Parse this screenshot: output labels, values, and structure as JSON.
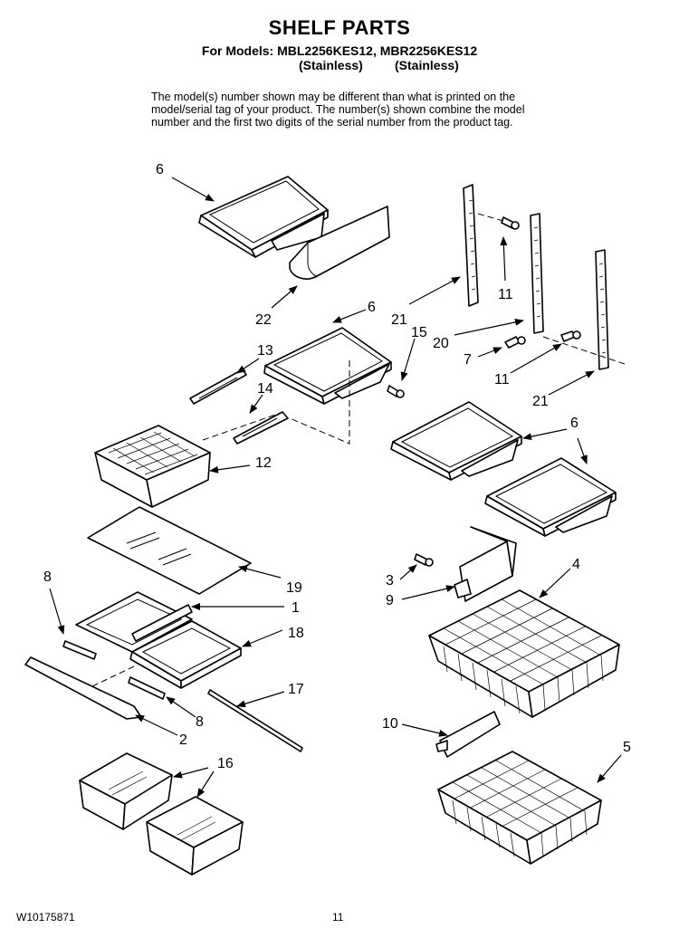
{
  "header": {
    "title": "SHELF PARTS",
    "models_line": "For Models: MBL2256KES12, MBR2256KES12",
    "finish_1": "(Stainless)",
    "finish_2": "(Stainless)"
  },
  "note": "The model(s) number shown may be different than what is printed on the model/serial tag of your product. The number(s) shown combine the model number and the first two digits of the serial number from the product tag.",
  "footer": {
    "doc_number": "W10175871",
    "page_number": "11"
  },
  "callouts": [
    "6",
    "22",
    "6",
    "21",
    "15",
    "13",
    "14",
    "12",
    "11",
    "20",
    "7",
    "11",
    "21",
    "6",
    "19",
    "8",
    "1",
    "18",
    "2",
    "8",
    "17",
    "16",
    "3",
    "9",
    "4",
    "10",
    "5"
  ]
}
